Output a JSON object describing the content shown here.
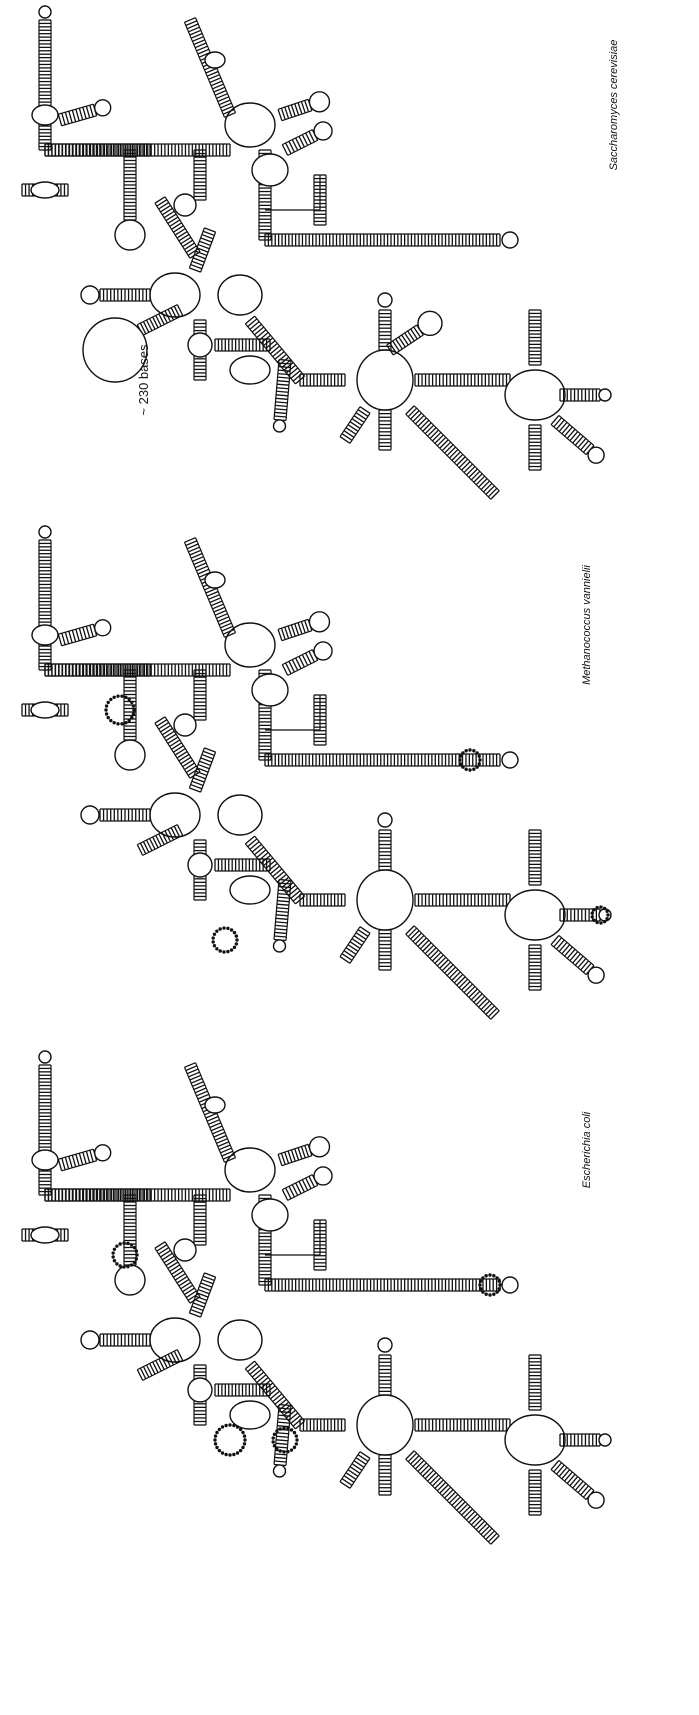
{
  "colors": {
    "ink": "#111111",
    "paper": "#ffffff"
  },
  "panels": [
    {
      "species": "Saccharomyces cerevisiae",
      "note": "~ 230 bases"
    },
    {
      "species": "Methanococcus vannielii"
    },
    {
      "species": "Escherichia coli"
    }
  ]
}
